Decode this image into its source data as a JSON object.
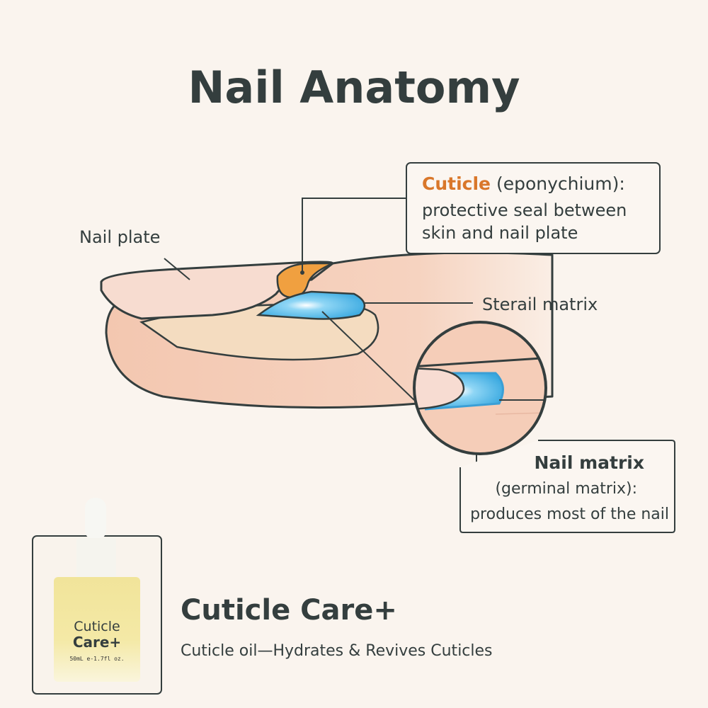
{
  "title": "Nail Anatomy",
  "labels": {
    "nail_plate": "Nail plate",
    "sterile_matrix": "Sterail matrix",
    "cuticle": {
      "name": "Cuticle",
      "alt": " (eponychium):",
      "line1": "protective seal between",
      "line2": "skin and nail plate"
    },
    "nail_matrix": {
      "name": "Nail matrix",
      "line1": "(germinal matrix):",
      "line2": "produces most of the nail"
    }
  },
  "product": {
    "bottle_line1": "Cuticle",
    "bottle_line2": "Care+",
    "bottle_volume": "50mL e-1.7fl oz.",
    "name": "Cuticle Care+",
    "tagline": "Cuticle oil—Hydrates & Revives Cuticles"
  },
  "colors": {
    "background": "#faf4ee",
    "text": "#343e3e",
    "cuticle": "#f0a040",
    "cuticle_text": "#d9772a",
    "matrix": "#4fb8e8",
    "skin": "#f5cdb6"
  }
}
